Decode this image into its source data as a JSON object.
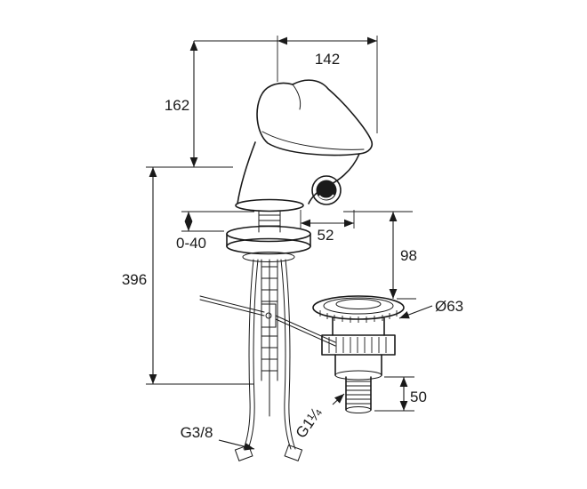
{
  "diagram": {
    "type": "technical-dimension-drawing",
    "colors": {
      "ink": "#1a1a1a",
      "background": "#ffffff"
    },
    "labels": {
      "dim_142": "142",
      "dim_162": "162",
      "dim_396": "396",
      "dim_0_40": "0-40",
      "dim_52": "52",
      "dim_98": "98",
      "dim_dia_63": "Ø63",
      "dim_50": "50",
      "thread_supply": "G3/8",
      "thread_waste": "G1¼"
    }
  }
}
